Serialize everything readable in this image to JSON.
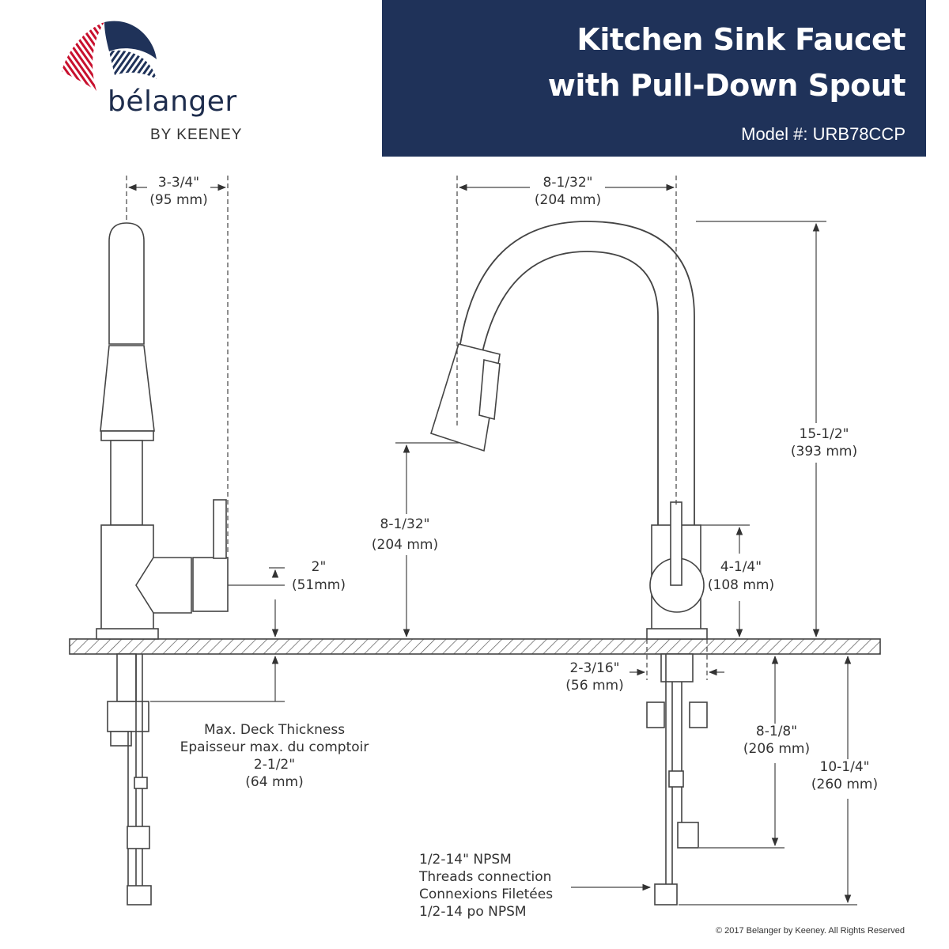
{
  "brand": {
    "name": "bélanger",
    "sub": "BY KEENEY"
  },
  "header": {
    "title_line1": "Kitchen Sink Faucet",
    "title_line2": "with Pull-Down Spout",
    "model": "Model #: URB78CCP"
  },
  "dims": {
    "side_width": {
      "inch": "3-3/4\"",
      "mm": "(95 mm)"
    },
    "handle_height": {
      "inch": "2\"",
      "mm": "(51mm)"
    },
    "deck_thickness": {
      "en": "Max. Deck Thickness",
      "fr": "Epaisseur max. du comptoir",
      "inch": "2-1/2\"",
      "mm": "(64 mm)"
    },
    "spout_reach": {
      "inch": "8-1/32\"",
      "mm": "(204 mm)"
    },
    "spout_clearance": {
      "inch": "8-1/32\"",
      "mm": "(204 mm)"
    },
    "total_height": {
      "inch": "15-1/2\"",
      "mm": "(393 mm)"
    },
    "body_height": {
      "inch": "4-1/4\"",
      "mm": "(108 mm)"
    },
    "base_diameter": {
      "inch": "2-3/16\"",
      "mm": "(56 mm)"
    },
    "shank_length": {
      "inch": "8-1/8\"",
      "mm": "(206 mm)"
    },
    "supply_length": {
      "inch": "10-1/4\"",
      "mm": "(260 mm)"
    },
    "thread": {
      "l1": "1/2-14\" NPSM",
      "l2": "Threads connection",
      "l3": "Connexions Filetées",
      "l4": "1/2-14 po NPSM"
    }
  },
  "copyright": "© 2017 Belanger by Keeney. All Rights Reserved",
  "colors": {
    "navy": "#1f3259",
    "red": "#c8102e",
    "line": "#444444"
  }
}
